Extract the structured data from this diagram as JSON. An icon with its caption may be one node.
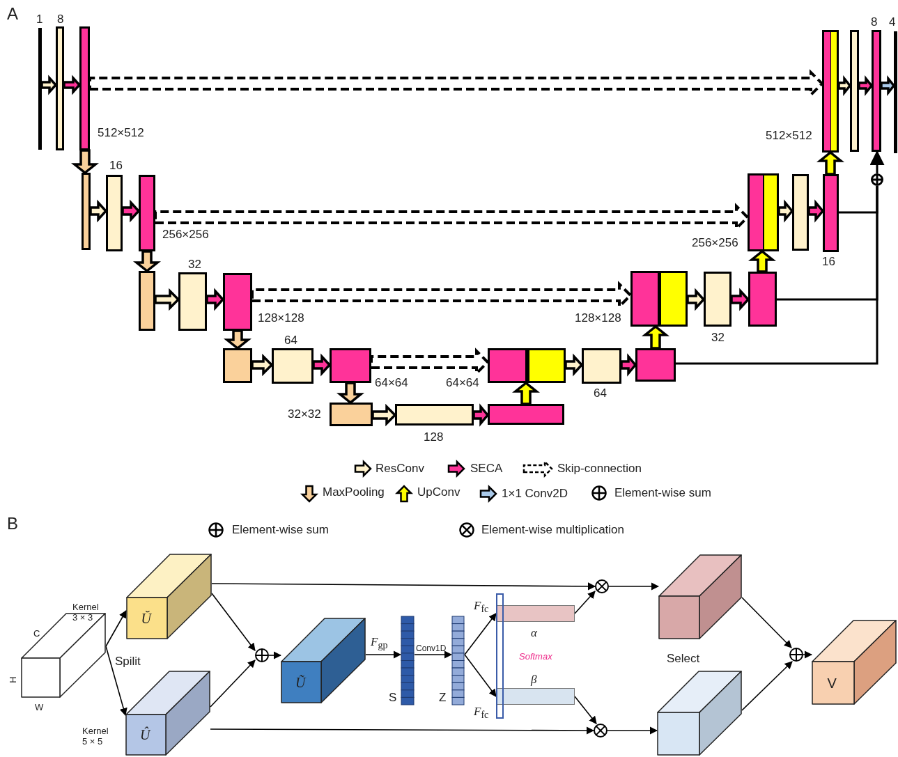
{
  "diagram": {
    "nodes": [
      {
        "text": [],
        "shape": "bar",
        "beside": [
          "1"
        ]
      },
      {
        "text": [],
        "shape": "bar",
        "beside": [
          "8"
        ]
      },
      {
        "text": [],
        "shape": "bar",
        "beside": [
          "512×512"
        ]
      },
      {
        "text": [],
        "shape": "bar"
      },
      {
        "text": [],
        "shape": "bar",
        "beside": [
          "16"
        ]
      },
      {
        "text": [],
        "shape": "bar",
        "beside": [
          "256×256"
        ]
      },
      {
        "text": [],
        "shape": "bar"
      },
      {
        "text": [],
        "shape": "bar",
        "beside": [
          "32"
        ]
      },
      {
        "text": [],
        "shape": "bar",
        "beside": [
          "128×128"
        ]
      },
      {
        "text": [],
        "shape": "bar"
      },
      {
        "text": [],
        "shape": "bar",
        "beside": [
          "64"
        ]
      },
      {
        "text": [],
        "shape": "bar",
        "beside": [
          "64×64"
        ]
      },
      {
        "text": [],
        "shape": "bar",
        "beside": [
          "32×32"
        ]
      },
      {
        "text": [],
        "shape": "bar",
        "beside": [
          "128"
        ]
      },
      {
        "text": [],
        "shape": "bar"
      },
      {
        "text": [],
        "shape": "bar",
        "beside": [
          "64×64"
        ]
      },
      {
        "text": [],
        "shape": "bar",
        "beside": [
          "64"
        ]
      },
      {
        "text": [],
        "shape": "bar"
      },
      {
        "text": [],
        "shape": "bar",
        "beside": [
          "128×128"
        ]
      },
      {
        "text": [],
        "shape": "bar",
        "beside": [
          "32"
        ]
      },
      {
        "text": [],
        "shape": "bar"
      },
      {
        "text": [],
        "shape": "bar",
        "beside": [
          "256×256"
        ]
      },
      {
        "text": [],
        "shape": "bar"
      },
      {
        "text": [],
        "shape": "bar",
        "beside": [
          "16"
        ]
      },
      {
        "text": [],
        "shape": "bar",
        "beside": [
          "512×512"
        ]
      },
      {
        "text": [],
        "shape": "bar"
      },
      {
        "text": [],
        "shape": "bar",
        "beside": [
          "8"
        ]
      },
      {
        "text": [],
        "shape": "bar",
        "beside": [
          "4"
        ]
      },
      {
        "text": [],
        "shape": "circle"
      },
      {
        "text": [],
        "shape": "box",
        "beside": [
          "C",
          "H",
          "W"
        ]
      },
      {
        "text": [
          "Ŭ"
        ]
      },
      {
        "text": [
          "Û"
        ]
      },
      {
        "text": [],
        "shape": "circle"
      },
      {
        "text": [
          "Ũ"
        ]
      },
      {
        "text": [],
        "shape": "bar",
        "beside": [
          "S"
        ]
      },
      {
        "text": [],
        "shape": "bar",
        "beside": [
          "Z"
        ]
      },
      {
        "text": [],
        "shape": "box"
      },
      {
        "text": [],
        "shape": "bar",
        "beside": [
          "α"
        ]
      },
      {
        "text": [],
        "shape": "bar",
        "beside": [
          "β"
        ]
      },
      {
        "text": [],
        "shape": "circle"
      },
      {
        "text": [],
        "shape": "circle"
      },
      {
        "text": [],
        "shape": "box"
      },
      {
        "text": [],
        "shape": "box"
      },
      {
        "text": [],
        "shape": "circle"
      },
      {
        "text": [
          "V"
        ]
      }
    ],
    "edges": [
      {
        "from": 0,
        "to": 1,
        "arrow": "to",
        "color": "#fff2cc"
      },
      {
        "from": 1,
        "to": 2,
        "arrow": "to",
        "color": "#ff3399"
      },
      {
        "from": 2,
        "to": 3,
        "arrow": "to",
        "color": "#fad19b"
      },
      {
        "from": 3,
        "to": 4,
        "arrow": "to",
        "color": "#fff2cc"
      },
      {
        "from": 4,
        "to": 5,
        "arrow": "to",
        "color": "#ff3399"
      },
      {
        "from": 5,
        "to": 6,
        "arrow": "to",
        "color": "#fad19b"
      },
      {
        "from": 6,
        "to": 7,
        "arrow": "to",
        "color": "#fff2cc"
      },
      {
        "from": 7,
        "to": 8,
        "arrow": "to",
        "color": "#ff3399"
      },
      {
        "from": 8,
        "to": 9,
        "arrow": "to",
        "color": "#fad19b"
      },
      {
        "from": 9,
        "to": 10,
        "arrow": "to",
        "color": "#fff2cc"
      },
      {
        "from": 10,
        "to": 11,
        "arrow": "to",
        "color": "#ff3399"
      },
      {
        "from": 11,
        "to": 12,
        "arrow": "to",
        "color": "#fad19b"
      },
      {
        "from": 12,
        "to": 13,
        "arrow": "to",
        "color": "#fff2cc"
      },
      {
        "from": 13,
        "to": 14,
        "arrow": "to",
        "color": "#ff3399"
      },
      {
        "from": 14,
        "to": 15,
        "arrow": "to",
        "color": "#ffff00"
      },
      {
        "from": 15,
        "to": 16,
        "arrow": "to",
        "color": "#fff2cc"
      },
      {
        "from": 16,
        "to": 17,
        "arrow": "to",
        "color": "#ff3399"
      },
      {
        "from": 17,
        "to": 18,
        "arrow": "to",
        "color": "#ffff00"
      },
      {
        "from": 18,
        "to": 19,
        "arrow": "to",
        "color": "#fff2cc"
      },
      {
        "from": 19,
        "to": 20,
        "arrow": "to",
        "color": "#ff3399"
      },
      {
        "from": 20,
        "to": 21,
        "arrow": "to",
        "color": "#ffff00"
      },
      {
        "from": 21,
        "to": 22,
        "arrow": "to",
        "color": "#fff2cc"
      },
      {
        "from": 22,
        "to": 23,
        "arrow": "to",
        "color": "#ff3399"
      },
      {
        "from": 23,
        "to": 24,
        "arrow": "to",
        "color": "#ffff00"
      },
      {
        "from": 24,
        "to": 25,
        "arrow": "to",
        "color": "#fff2cc"
      },
      {
        "from": 25,
        "to": 26,
        "arrow": "to",
        "color": "#ff3399"
      },
      {
        "from": 26,
        "to": 27,
        "arrow": "to",
        "color": "#a9c9e9"
      },
      {
        "from": 2,
        "to": 24,
        "arrow": "to",
        "style": "dashed"
      },
      {
        "from": 5,
        "to": 21,
        "arrow": "to",
        "style": "dashed"
      },
      {
        "from": 8,
        "to": 18,
        "arrow": "to",
        "style": "dashed"
      },
      {
        "from": 11,
        "to": 15,
        "arrow": "to",
        "style": "dashed"
      },
      {
        "from": 17,
        "to": 28,
        "arrow": "none"
      },
      {
        "from": 20,
        "to": 28,
        "arrow": "none"
      },
      {
        "from": 23,
        "to": 28,
        "arrow": "none"
      },
      {
        "from": 28,
        "to": 26,
        "arrow": "to"
      },
      {
        "from": 29,
        "to": 30,
        "arrow": "to",
        "label": "Kernel 3 × 3"
      },
      {
        "from": 29,
        "to": 31,
        "arrow": "to",
        "label": "Kernel 5 × 5"
      },
      {
        "from": 30,
        "to": 32,
        "arrow": "to"
      },
      {
        "from": 31,
        "to": 32,
        "arrow": "to"
      },
      {
        "from": 32,
        "to": 33,
        "arrow": "to"
      },
      {
        "from": 33,
        "to": 34,
        "arrow": "to",
        "label": "*F*$_{gp}$"
      },
      {
        "from": 34,
        "to": 35,
        "arrow": "to",
        "label": "Conv1D"
      },
      {
        "from": 35,
        "to": 37,
        "arrow": "to",
        "label": "*F*$_{fc}$"
      },
      {
        "from": 35,
        "to": 38,
        "arrow": "to",
        "label": "*F*$_{fc}$"
      },
      {
        "from": 30,
        "to": 39,
        "arrow": "to"
      },
      {
        "from": 37,
        "to": 39,
        "arrow": "to"
      },
      {
        "from": 39,
        "to": 41,
        "arrow": "to"
      },
      {
        "from": 31,
        "to": 40,
        "arrow": "to"
      },
      {
        "from": 38,
        "to": 40,
        "arrow": "to"
      },
      {
        "from": 40,
        "to": 42,
        "arrow": "to"
      },
      {
        "from": 41,
        "to": 43,
        "arrow": "to"
      },
      {
        "from": 42,
        "to": 43,
        "arrow": "to"
      },
      {
        "from": 43,
        "to": 44,
        "arrow": "to"
      }
    ],
    "labels": [
      "A",
      "B",
      "Spilit",
      "Softmax",
      "Select"
    ],
    "legend": [
      {
        "text": "ResConv"
      },
      {
        "text": "SECA"
      },
      {
        "text": "Skip-connection"
      },
      {
        "text": "MaxPooling"
      },
      {
        "text": "UpConv"
      },
      {
        "text": "1×1 Conv2D"
      },
      {
        "text": "Element-wise sum"
      },
      {
        "text": "Element-wise sum"
      },
      {
        "text": "Element-wise multiplication"
      }
    ]
  }
}
